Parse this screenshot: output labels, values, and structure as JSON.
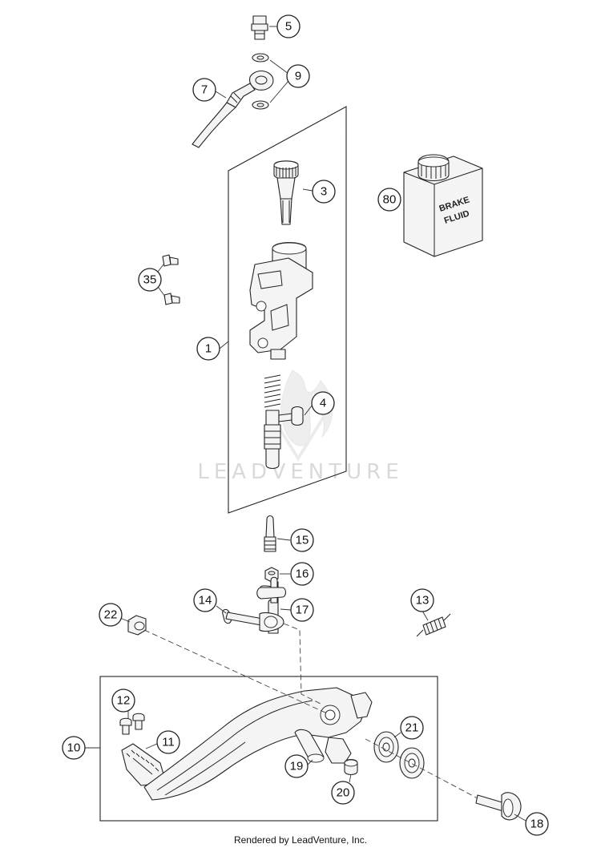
{
  "watermark": {
    "text": "LEADVENTURE",
    "icon": "leadventure-logo-icon"
  },
  "footer": {
    "text": "Rendered by LeadVenture, Inc."
  },
  "brake_fluid_label": {
    "line1": "BRAKE",
    "line2": "FLUID"
  },
  "callouts": {
    "c1": "1",
    "c3": "3",
    "c4": "4",
    "c5": "5",
    "c7": "7",
    "c9": "9",
    "c10": "10",
    "c11": "11",
    "c12": "12",
    "c13": "13",
    "c14": "14",
    "c15": "15",
    "c16": "16",
    "c17": "17",
    "c18": "18",
    "c19": "19",
    "c20": "20",
    "c21": "21",
    "c22": "22",
    "c35": "35",
    "c80": "80"
  },
  "colors": {
    "line": "#222222",
    "watermark": "#d9d9d9",
    "background": "#ffffff"
  }
}
